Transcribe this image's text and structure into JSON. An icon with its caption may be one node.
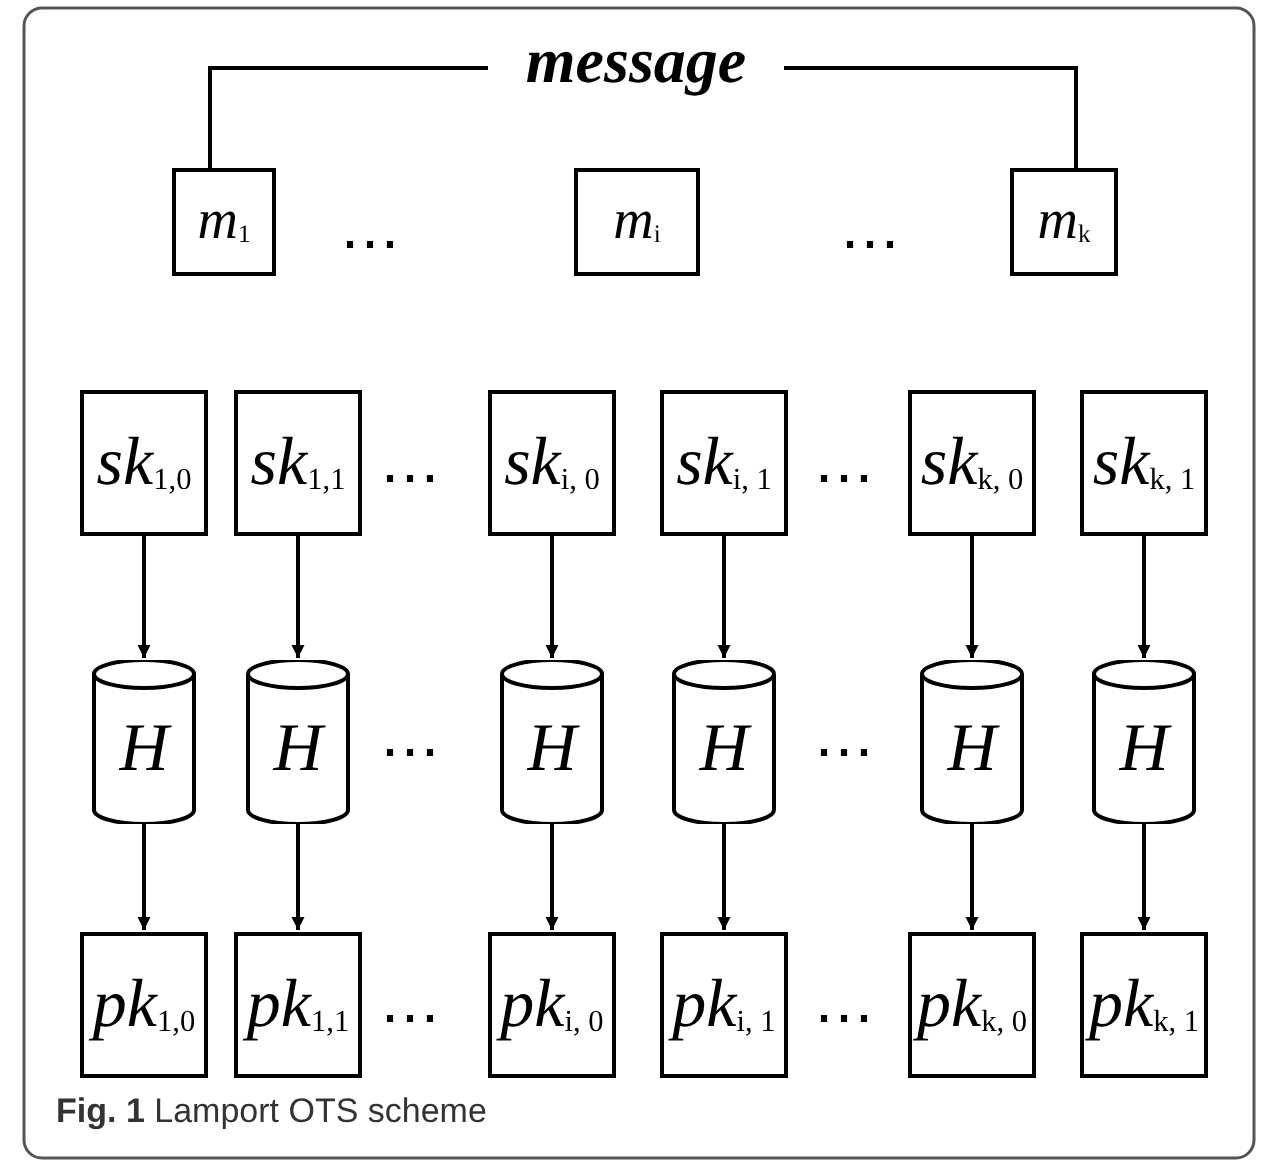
{
  "diagram": {
    "caption": "**Fig. 1** Lamport OTS scheme",
    "nodes": [
      {
        "text": [
          "message"
        ]
      },
      {
        "text": [
          "m$_{1}$"
        ]
      },
      {
        "text": [
          "m$_{i}$"
        ]
      },
      {
        "text": [
          "m$_{k}$"
        ]
      },
      {
        "text": [
          "sk$_{1,0}$"
        ]
      },
      {
        "text": [
          "sk$_{1,1}$"
        ]
      },
      {
        "text": [
          "sk$_{i, 0}$"
        ]
      },
      {
        "text": [
          "sk$_{i, 1}$"
        ]
      },
      {
        "text": [
          "sk$_{k, 0}$"
        ]
      },
      {
        "text": [
          "sk$_{k, 1}$"
        ]
      },
      {
        "text": [
          "H"
        ]
      },
      {
        "text": [
          "H"
        ]
      },
      {
        "text": [
          "H"
        ]
      },
      {
        "text": [
          "H"
        ]
      },
      {
        "text": [
          "H"
        ]
      },
      {
        "text": [
          "H"
        ]
      },
      {
        "text": [
          "pk$_{1,0}$"
        ]
      },
      {
        "text": [
          "pk$_{1,1}$"
        ]
      },
      {
        "text": [
          "pk$_{i, 0}$"
        ]
      },
      {
        "text": [
          "pk$_{i, 1}$"
        ]
      },
      {
        "text": [
          "pk$_{k, 0}$"
        ]
      },
      {
        "text": [
          "pk$_{k, 1}$"
        ]
      }
    ],
    "edges": [
      {
        "from": 0,
        "to": 1,
        "arrow": "none"
      },
      {
        "from": 0,
        "to": 3,
        "arrow": "none"
      },
      {
        "from": 4,
        "to": 10,
        "arrow": "to"
      },
      {
        "from": 5,
        "to": 11,
        "arrow": "to"
      },
      {
        "from": 6,
        "to": 12,
        "arrow": "to"
      },
      {
        "from": 7,
        "to": 13,
        "arrow": "to"
      },
      {
        "from": 8,
        "to": 14,
        "arrow": "to"
      },
      {
        "from": 9,
        "to": 15,
        "arrow": "to"
      },
      {
        "from": 10,
        "to": 16,
        "arrow": "to"
      },
      {
        "from": 11,
        "to": 17,
        "arrow": "to"
      },
      {
        "from": 12,
        "to": 18,
        "arrow": "to"
      },
      {
        "from": 13,
        "to": 19,
        "arrow": "to"
      },
      {
        "from": 14,
        "to": 20,
        "arrow": "to"
      },
      {
        "from": 15,
        "to": 21,
        "arrow": "to"
      }
    ],
    "labels": [
      "⋯",
      "⋯",
      "⋯",
      "⋯",
      "⋯",
      "⋯",
      "⋯",
      "⋯"
    ]
  }
}
